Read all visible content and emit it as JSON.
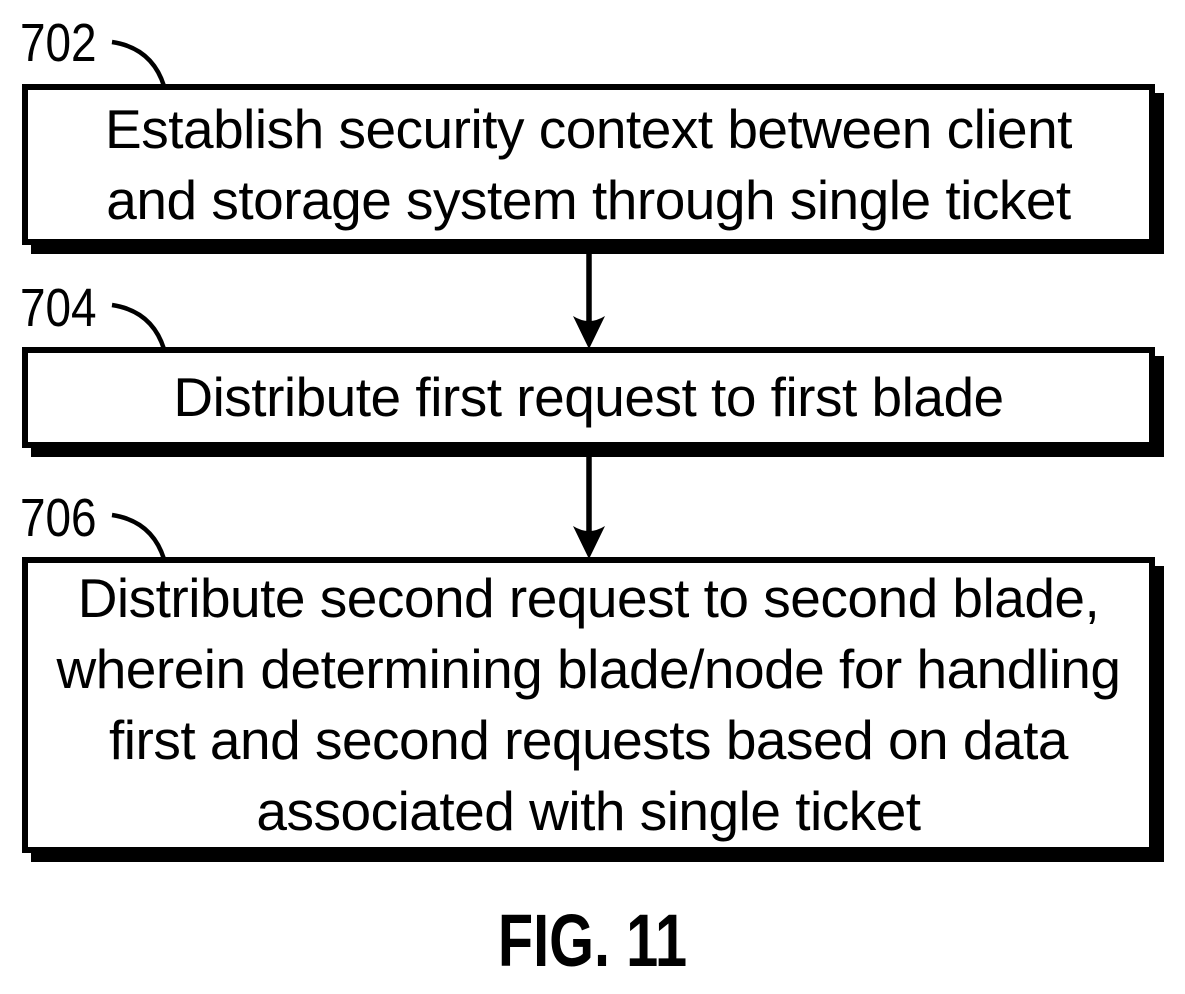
{
  "figure": {
    "caption": "FIG. 11"
  },
  "flow": {
    "steps": [
      {
        "ref": "702",
        "text": "Establish security context between client and storage system through single ticket"
      },
      {
        "ref": "704",
        "text": "Distribute first request to first blade"
      },
      {
        "ref": "706",
        "text": "Distribute second request to second blade, wherein determining blade/node for handling first and second requests based on data associated with single ticket"
      }
    ]
  },
  "colors": {
    "ink": "#000000",
    "paper": "#ffffff"
  }
}
